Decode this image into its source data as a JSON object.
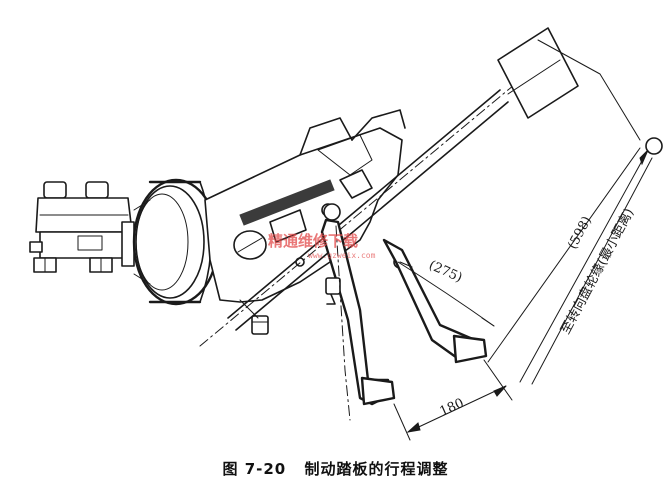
{
  "figure": {
    "dimensions": {
      "pedal_free_travel": "(275)",
      "pedal_stroke": "180",
      "wheel_distance": "(598)"
    },
    "annotation": "至转向盘轮缘(最小距离)",
    "watermark": {
      "text": "精通维修下载",
      "url": "www.gzweix.com"
    }
  },
  "caption": {
    "number": "图 7-20",
    "title": "制动踏板的行程调整"
  }
}
